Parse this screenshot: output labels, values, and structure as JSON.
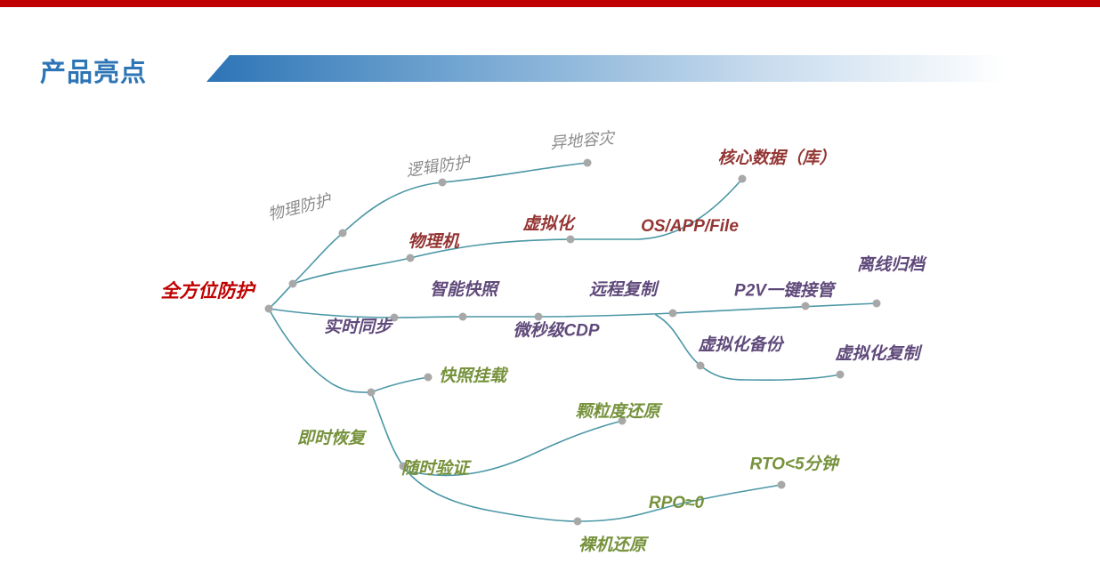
{
  "page": {
    "title": "产品亮点"
  },
  "colors": {
    "top_bar": "#c00000",
    "title": "#2e75b6",
    "ribbon_gradient_start": "#2d74b6",
    "branch_line": "#4b97a5",
    "node_dot": "#a8a8a8",
    "root_text": "#c00000",
    "gray_text": "#8c8c8c",
    "dark_red_text": "#943634",
    "purple_text": "#5f497a",
    "olive_text": "#76923c"
  },
  "nodes": {
    "root": "全方位防护",
    "physical_protection": "物理防护",
    "logical_protection": "逻辑防护",
    "offsite_dr": "异地容灾",
    "core_database": "核心数据（库）",
    "physical_machine": "物理机",
    "virtualization": "虚拟化",
    "os_app_file": "OS/APP/File",
    "smart_snapshot": "智能快照",
    "remote_replication": "远程复制",
    "p2v_takeover": "P2V一键接管",
    "offline_archive": "离线归档",
    "realtime_sync": "实时同步",
    "microsecond_cdp": "微秒级CDP",
    "virtualization_backup": "虚拟化备份",
    "virtualization_replication": "虚拟化复制",
    "snapshot_mount": "快照挂载",
    "instant_recovery": "即时恢复",
    "granular_restore": "颗粒度还原",
    "anytime_verification": "随时验证",
    "rto": "RTO<5分钟",
    "rpo": "RPO≈0",
    "bare_metal_restore": "裸机还原"
  }
}
